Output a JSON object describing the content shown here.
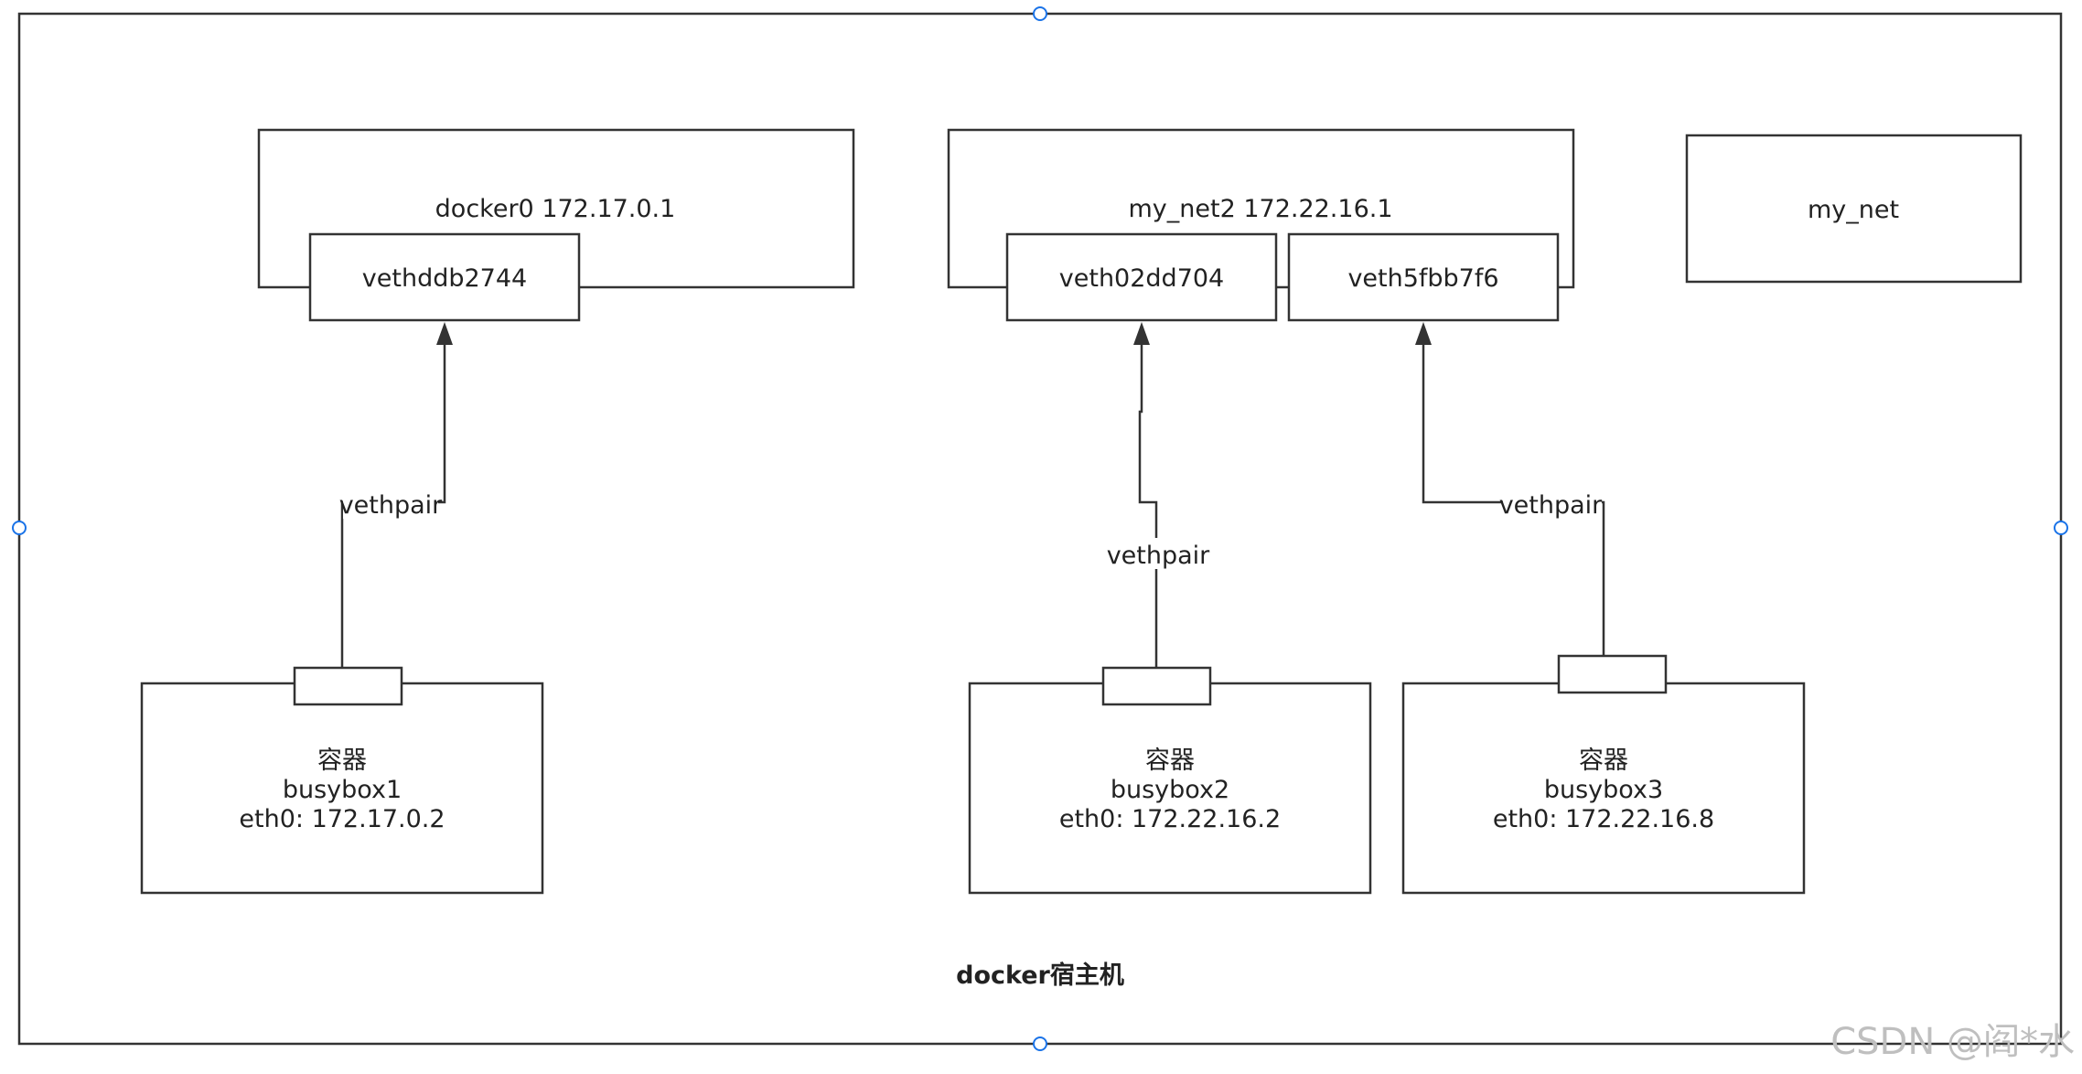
{
  "host": {
    "label": "docker宿主机"
  },
  "bridges": {
    "docker0": {
      "label": "docker0 172.17.0.1"
    },
    "my_net2": {
      "label": "my_net2 172.22.16.1"
    },
    "my_net": {
      "label": "my_net"
    }
  },
  "veths": {
    "v1": {
      "label": "vethddb2744"
    },
    "v2": {
      "label": "veth02dd704"
    },
    "v3": {
      "label": "veth5fbb7f6"
    }
  },
  "links": {
    "l1": {
      "label": "vethpair"
    },
    "l2": {
      "label": "vethpair"
    },
    "l3": {
      "label": "vethpair"
    }
  },
  "containers": {
    "c1": {
      "type": "容器",
      "name": "busybox1",
      "ip": "eth0: 172.17.0.2"
    },
    "c2": {
      "type": "容器",
      "name": "busybox2",
      "ip": "eth0: 172.22.16.2"
    },
    "c3": {
      "type": "容器",
      "name": "busybox3",
      "ip": "eth0: 172.22.16.8"
    }
  },
  "watermark": "CSDN @阎*水",
  "colors": {
    "stroke": "#333333",
    "handle": "#1a73e8",
    "watermark": "#bfbfbf"
  }
}
